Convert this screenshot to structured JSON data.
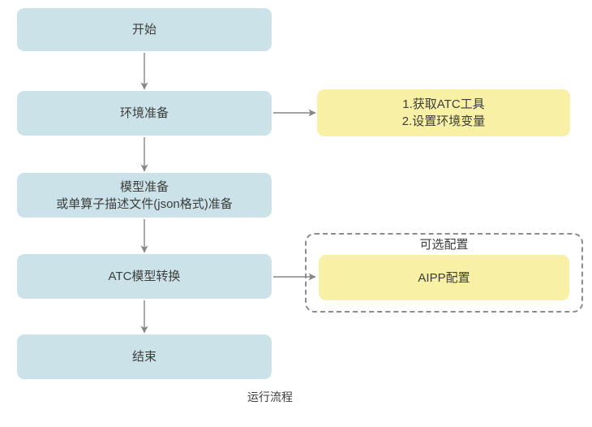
{
  "figure": {
    "caption": "运行流程",
    "nodes": {
      "start": "开始",
      "env_prep": "环境准备",
      "model_prep": "模型准备\n或单算子描述文件(json格式)准备",
      "atc_convert": "ATC模型转换",
      "end": "结束"
    },
    "side_notes": {
      "env_steps": "1.获取ATC工具\n2.设置环境变量",
      "optional_group_title": "可选配置",
      "aipp": "AIPP配置"
    },
    "colors": {
      "process_fill": "#cbe3e8",
      "note_fill": "#f8f0a5",
      "arrow": "#858585",
      "dashed_border": "#8c8c8c",
      "text": "#3d3d3d"
    }
  }
}
